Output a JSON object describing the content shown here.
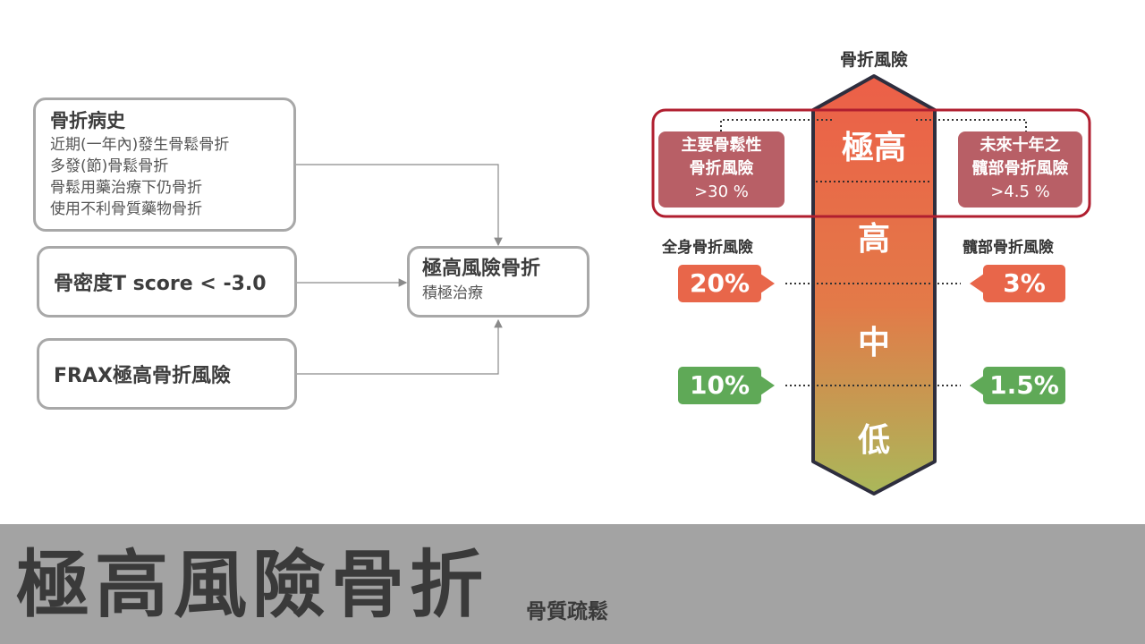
{
  "flow": {
    "history": {
      "title": "骨折病史",
      "lines": [
        "近期(一年內)發生骨鬆骨折",
        "多發(節)骨鬆骨折",
        "骨鬆用藥治療下仍骨折",
        "使用不利骨質藥物骨折"
      ]
    },
    "tscore": "骨密度T score < -3.0",
    "frax": "FRAX極高骨折風險",
    "result": {
      "title": "極高風險骨折",
      "subtitle": "積極治療"
    }
  },
  "risk": {
    "heading": "骨折風險",
    "levels": {
      "very_high": "極高",
      "high": "高",
      "mid": "中",
      "low": "低"
    },
    "left_box": {
      "lines": [
        "主要骨鬆性",
        "骨折風險",
        ">30 %"
      ]
    },
    "right_box": {
      "lines": [
        "未來十年之",
        "髖部骨折風險",
        ">4.5 %"
      ]
    },
    "left_label": "全身骨折風險",
    "right_label": "髖部骨折風險",
    "left_high": "20%",
    "left_mid": "10%",
    "right_high": "3%",
    "right_mid": "1.5%",
    "colors": {
      "high_tag": "#e8664a",
      "mid_tag": "#5fa957",
      "arrow_top": "#ec5f48",
      "arrow_bottom": "#b0b45a",
      "highlight": "#b01e2f"
    }
  },
  "footer": {
    "title": "極高風險骨折",
    "subtitle": "骨質疏鬆"
  }
}
